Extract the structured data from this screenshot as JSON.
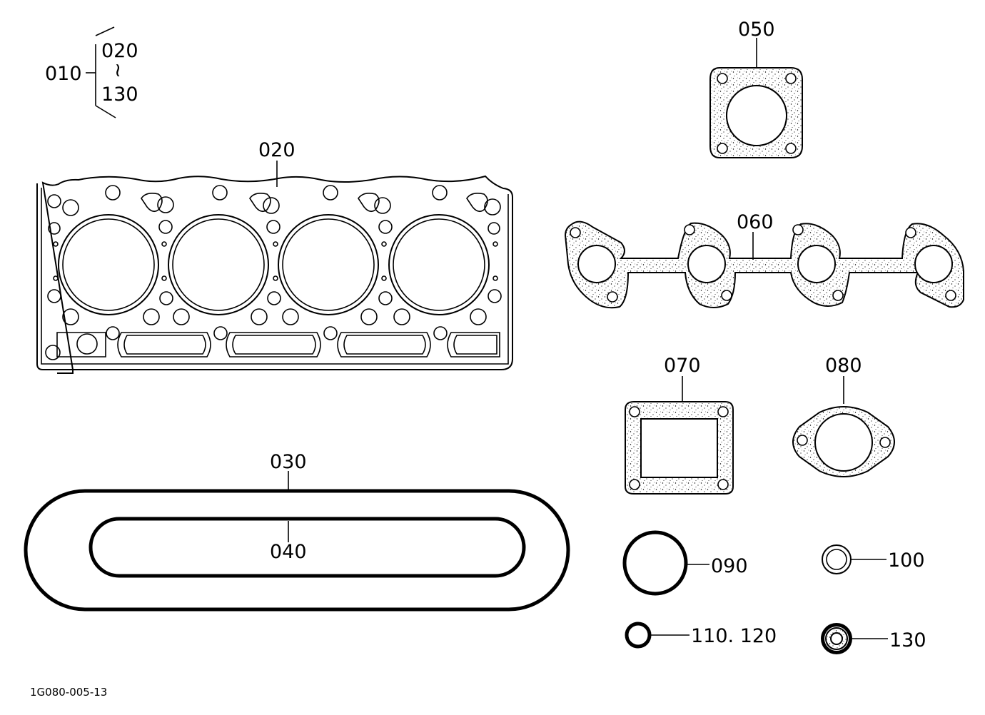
{
  "diagram": {
    "group": {
      "part": "010",
      "range_start": "020",
      "tilde": "≀",
      "range_end": "130"
    },
    "labels": {
      "head_gasket": "020",
      "outer_seal": "030",
      "inner_seal": "040",
      "square_gasket": "050",
      "manifold_gasket": "060",
      "cover_gasket": "070",
      "flange_gasket": "080",
      "o_ring_large": "090",
      "washer": "100",
      "o_ring_small": "110. 120",
      "oil_seal": "130"
    },
    "figure_code": "1G080-005-13"
  },
  "colors": {
    "ink": "#000000",
    "paper": "#ffffff"
  }
}
